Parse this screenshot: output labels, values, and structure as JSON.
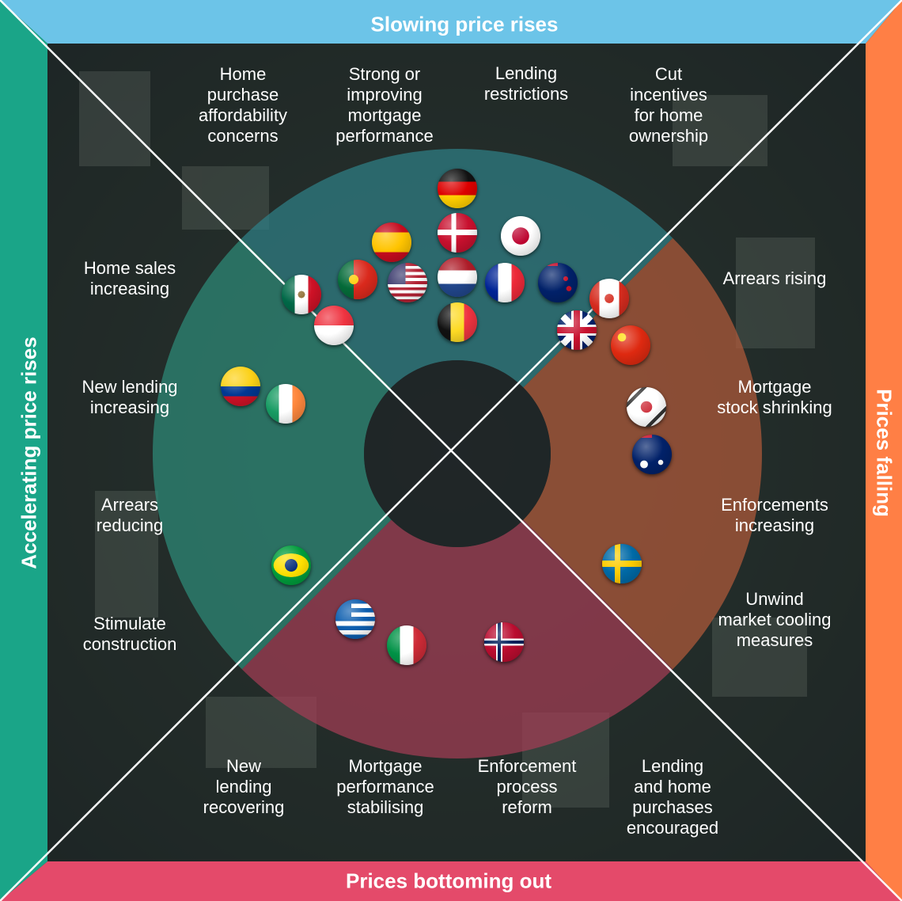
{
  "bands": {
    "top": {
      "label": "Slowing price rises",
      "color": "#6cc4e8"
    },
    "right": {
      "label": "Prices falling",
      "color": "#ff7f45"
    },
    "bottom": {
      "label": "Prices bottoming out",
      "color": "#e44a6a"
    },
    "left": {
      "label": "Accelerating price rises",
      "color": "#1aa588"
    }
  },
  "quadrants": {
    "top": [
      "Home\npurchase\naffordability\nconcerns",
      "Strong or\nimproving\nmortgage\nperformance",
      "Lending\nrestrictions",
      "Cut\nincentives\nfor home\nownership"
    ],
    "right": [
      "Arrears rising",
      "Mortgage\nstock shrinking",
      "Enforcements\nincreasing",
      "Unwind\nmarket cooling\nmeasures"
    ],
    "bottom": [
      "New\nlending\nrecovering",
      "Mortgage\nperformance\nstabilising",
      "Enforcement\nprocess\nreform",
      "Lending\nand home\npurchases\nencouraged"
    ],
    "left": [
      "Home sales\nincreasing",
      "New lending\nincreasing",
      "Arrears\nreducing",
      "Stimulate\nconstruction"
    ]
  },
  "flags": [
    {
      "country": "Germany",
      "icon": "germany-flag-icon"
    },
    {
      "country": "Denmark",
      "icon": "denmark-flag-icon"
    },
    {
      "country": "Japan",
      "icon": "japan-flag-icon"
    },
    {
      "country": "Spain",
      "icon": "spain-flag-icon"
    },
    {
      "country": "Portugal",
      "icon": "portugal-flag-icon"
    },
    {
      "country": "United States",
      "icon": "usa-flag-icon"
    },
    {
      "country": "Netherlands",
      "icon": "netherlands-flag-icon"
    },
    {
      "country": "France",
      "icon": "france-flag-icon"
    },
    {
      "country": "New Zealand",
      "icon": "new-zealand-flag-icon"
    },
    {
      "country": "Mexico",
      "icon": "mexico-flag-icon"
    },
    {
      "country": "Singapore",
      "icon": "singapore-flag-icon"
    },
    {
      "country": "Belgium",
      "icon": "belgium-flag-icon"
    },
    {
      "country": "Canada",
      "icon": "canada-flag-icon"
    },
    {
      "country": "United Kingdom",
      "icon": "uk-flag-icon"
    },
    {
      "country": "China",
      "icon": "china-flag-icon"
    },
    {
      "country": "South Korea",
      "icon": "south-korea-flag-icon"
    },
    {
      "country": "Australia",
      "icon": "australia-flag-icon"
    },
    {
      "country": "Colombia",
      "icon": "colombia-flag-icon"
    },
    {
      "country": "Ireland",
      "icon": "ireland-flag-icon"
    },
    {
      "country": "Brazil",
      "icon": "brazil-flag-icon"
    },
    {
      "country": "Sweden",
      "icon": "sweden-flag-icon"
    },
    {
      "country": "Greece",
      "icon": "greece-flag-icon"
    },
    {
      "country": "Italy",
      "icon": "italy-flag-icon"
    },
    {
      "country": "Norway",
      "icon": "norway-flag-icon"
    }
  ]
}
